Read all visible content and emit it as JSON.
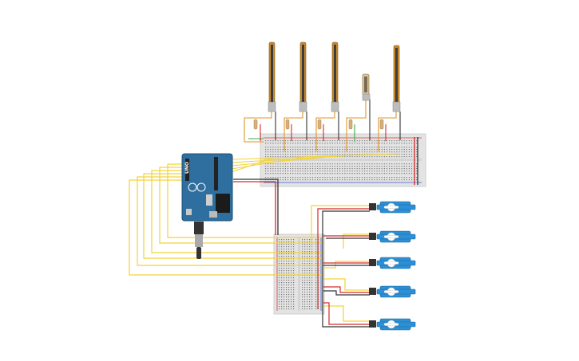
{
  "board": {
    "label": "UNO",
    "body_color": "#2f6f9f",
    "edge_color": "#1d4f76"
  },
  "sensors": {
    "count": 5,
    "strip_color": "#c98a2b"
  },
  "servos": {
    "count": 5,
    "body_color": "#2d8fd4"
  },
  "breadboards": {
    "color": "#e3e3e3",
    "hole_color": "#7a7a7a"
  },
  "colors": {
    "signal_wire": "#f2d338",
    "sensor_wire": "#e0962a",
    "power_wire": "#d42a2a",
    "ground_wire": "#333333",
    "green_wire": "#3aa84a",
    "resistor": "#d8b07a"
  }
}
